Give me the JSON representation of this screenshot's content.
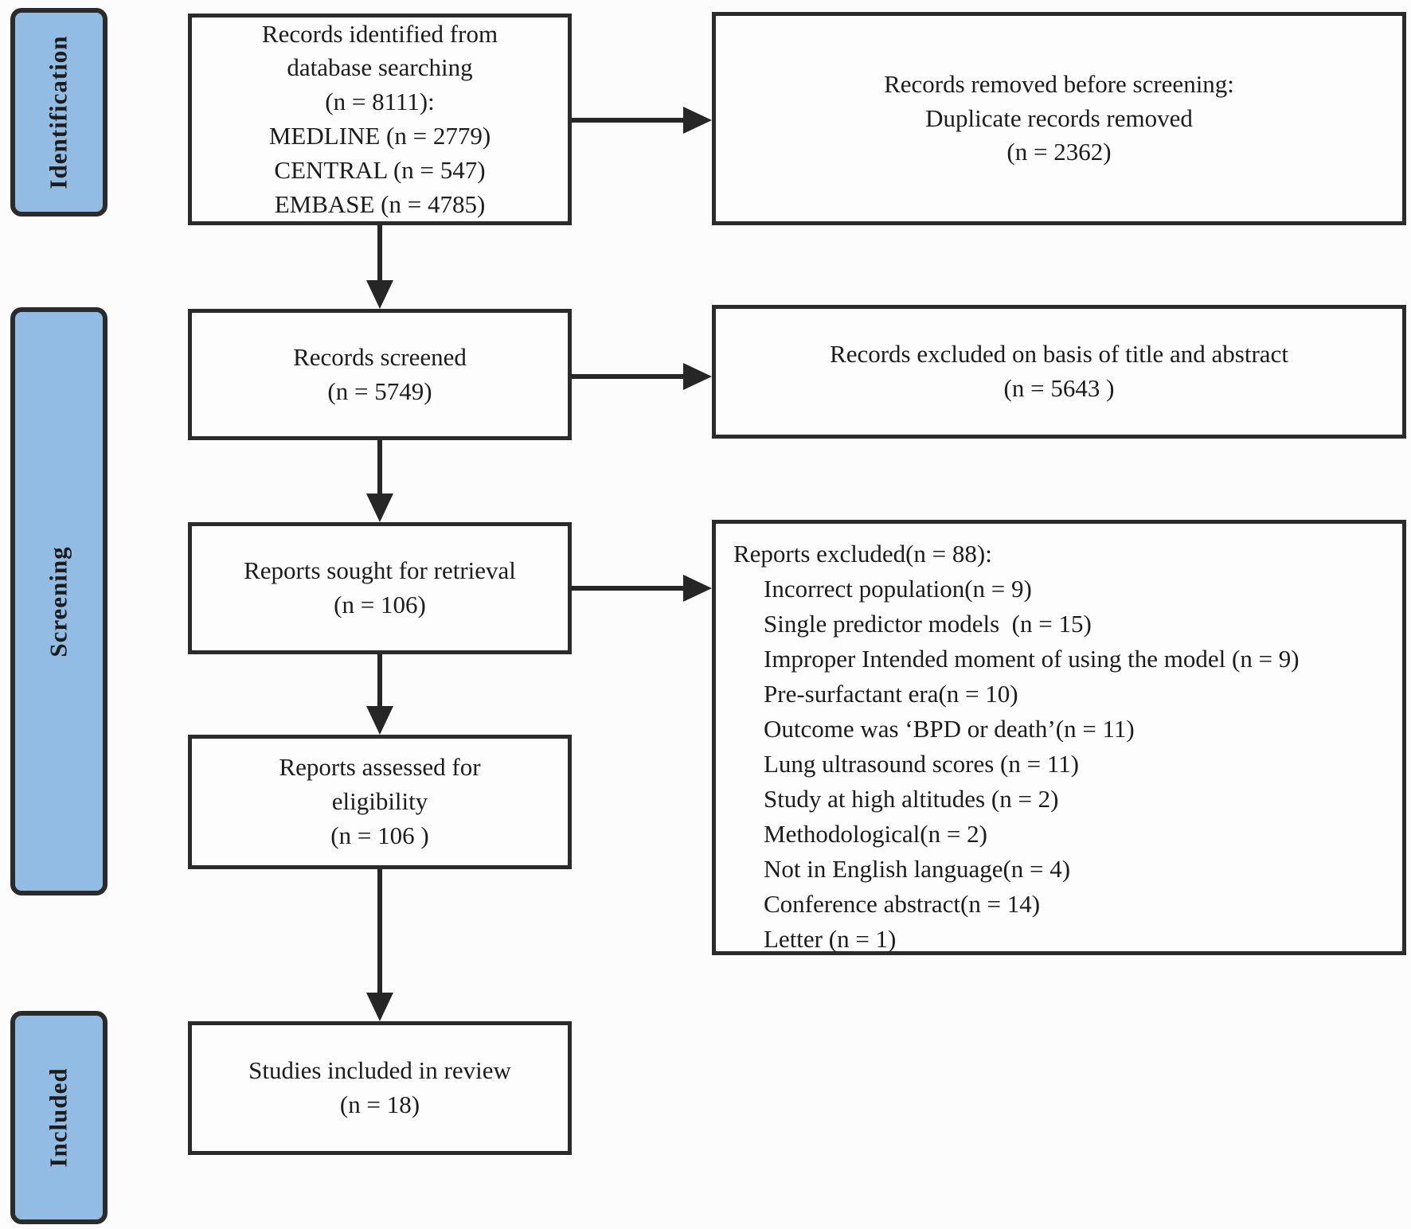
{
  "stages": {
    "identification": "Identification",
    "screening": "Screening",
    "included": "Included"
  },
  "flow": {
    "identified": {
      "lines": [
        "Records identified from",
        "database searching",
        "(n = 8111):",
        "MEDLINE (n = 2779)",
        "CENTRAL (n = 547)",
        "EMBASE (n = 4785)"
      ]
    },
    "screened": {
      "lines": [
        "Records screened",
        "(n = 5749)"
      ]
    },
    "sought": {
      "lines": [
        "Reports sought for retrieval",
        "(n = 106)"
      ]
    },
    "assessed": {
      "lines": [
        "Reports assessed for",
        "eligibility",
        "(n = 106 )"
      ]
    },
    "included": {
      "lines": [
        "Studies included in review",
        "(n = 18)"
      ]
    }
  },
  "exclusions": {
    "removed_before_screening": {
      "lines": [
        "Records removed before screening:",
        "Duplicate records removed",
        "(n = 2362)"
      ]
    },
    "title_abstract": {
      "lines": [
        "Records excluded on basis of title and abstract",
        "(n = 5643 )"
      ]
    },
    "reports_excluded": {
      "heading": "Reports excluded(n = 88):",
      "items": [
        "Incorrect population(n = 9)",
        "Single predictor models  (n = 15)",
        "Improper Intended moment of using the model (n = 9)",
        "Pre-surfactant era(n = 10)",
        "Outcome was ‘BPD or death’(n = 11)",
        "Lung ultrasound scores (n = 11)",
        "Study at high altitudes (n = 2)",
        "Methodological(n = 2)",
        "Not in English language(n = 4)",
        "Conference abstract(n = 14)",
        "Letter (n = 1)"
      ]
    }
  },
  "colors": {
    "stage_fill": "#92bce4",
    "line": "#262626",
    "border": "#2b2b2b",
    "text": "#1c1c1c"
  }
}
